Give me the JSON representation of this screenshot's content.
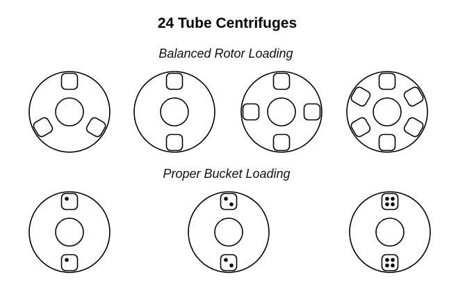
{
  "title": "24 Tube Centrifuges",
  "sections": {
    "balanced": {
      "label": "Balanced Rotor Loading",
      "rotors": [
        {
          "bucket_angles_deg": [
            0,
            120,
            240
          ],
          "tubes_per_bucket": []
        },
        {
          "bucket_angles_deg": [
            0,
            180
          ],
          "tubes_per_bucket": []
        },
        {
          "bucket_angles_deg": [
            0,
            90,
            180,
            270
          ],
          "tubes_per_bucket": []
        },
        {
          "bucket_angles_deg": [
            0,
            60,
            120,
            180,
            240,
            300
          ],
          "tubes_per_bucket": []
        }
      ]
    },
    "proper": {
      "label": "Proper Bucket Loading",
      "rotors": [
        {
          "bucket_angles_deg": [
            0,
            180
          ],
          "tubes_per_bucket": [
            1,
            1
          ]
        },
        {
          "bucket_angles_deg": [
            0,
            180
          ],
          "tubes_per_bucket": [
            2,
            2
          ]
        },
        {
          "bucket_angles_deg": [
            0,
            180
          ],
          "tubes_per_bucket": [
            4,
            4
          ]
        }
      ]
    }
  },
  "colors": {
    "line": "#000000",
    "background": "#ffffff",
    "tube": "#000000"
  }
}
